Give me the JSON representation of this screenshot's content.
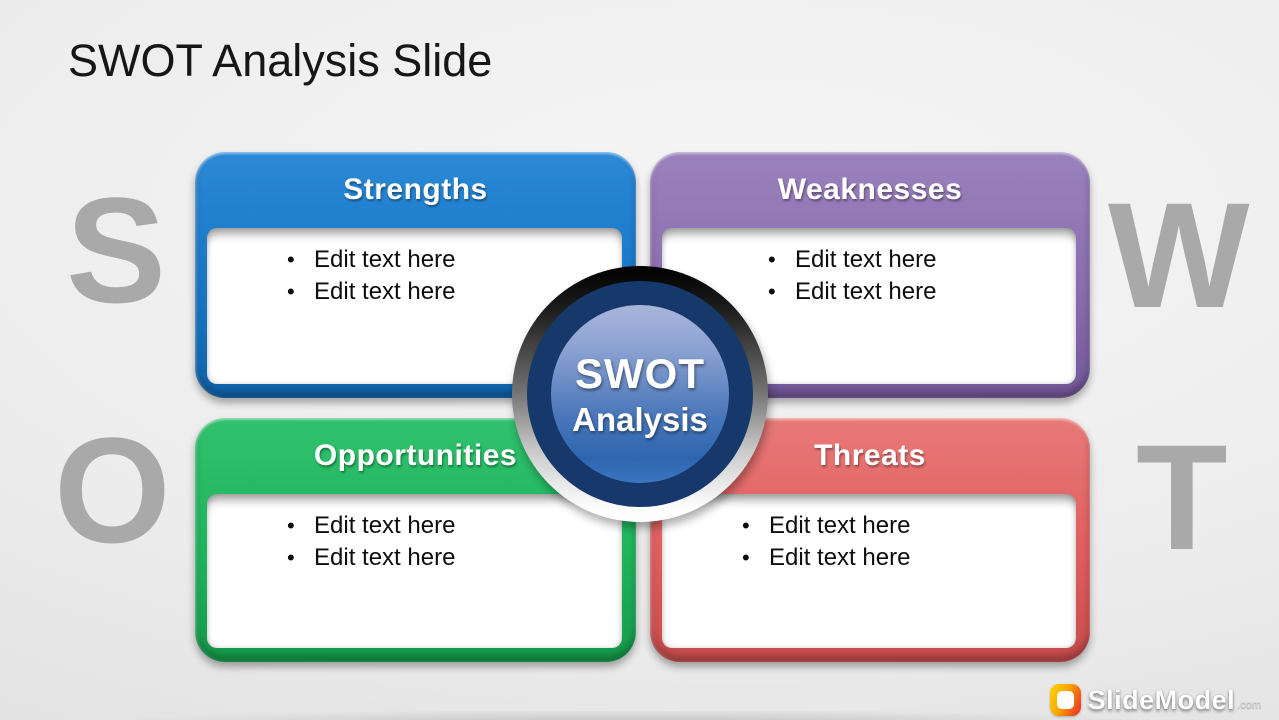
{
  "slide": {
    "title": "SWOT Analysis Slide"
  },
  "background_letters": {
    "s": "S",
    "w": "W",
    "o": "O",
    "t": "T",
    "color": "#A9A9A9"
  },
  "quadrants": [
    {
      "id": "strengths",
      "title": "Strengths",
      "color": "#1777C6",
      "items": [
        "Edit text here",
        "Edit text here"
      ]
    },
    {
      "id": "weaknesses",
      "title": "Weaknesses",
      "color": "#8A6DAF",
      "items": [
        "Edit text here",
        "Edit text here"
      ]
    },
    {
      "id": "opportunities",
      "title": "Opportunities",
      "color": "#1FB45C",
      "items": [
        "Edit text here",
        "Edit text here"
      ]
    },
    {
      "id": "threats",
      "title": "Threats",
      "color": "#E05E5E",
      "items": [
        "Edit text here",
        "Edit text here"
      ]
    }
  ],
  "center_badge": {
    "line1": "SWOT",
    "line2": "Analysis",
    "face_color": "#2D66AF",
    "ring_color": "#16386B"
  },
  "glyphs": {
    "bullet": "•"
  },
  "logo": {
    "icon": "slidemodel-ring-icon",
    "text": "SlideModel",
    "suffix": ".com",
    "accent_colors": [
      "#FFD400",
      "#EF4123"
    ]
  }
}
